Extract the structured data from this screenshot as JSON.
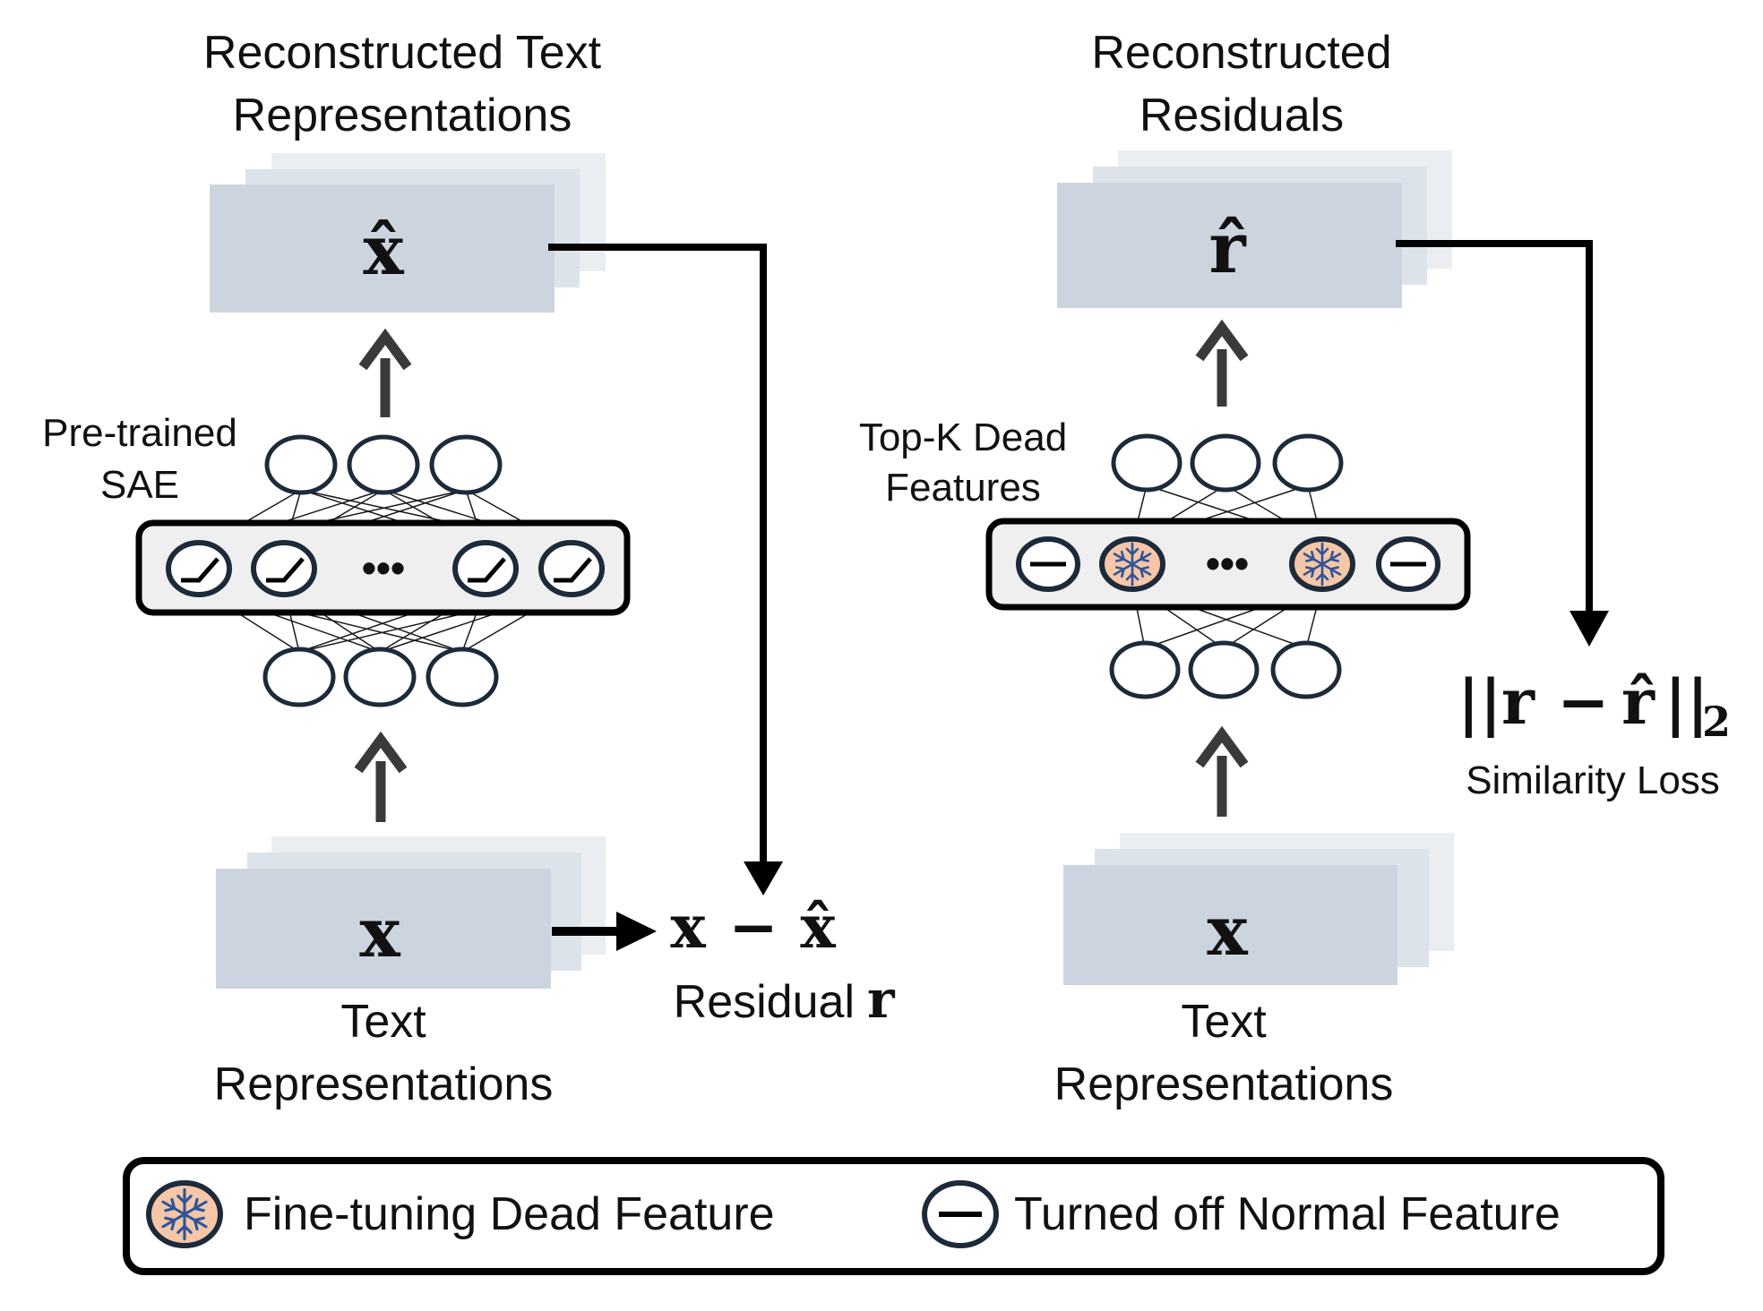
{
  "left": {
    "title_line1": "Reconstructed Text",
    "title_line2": "Representations",
    "top_symbol": "x̂",
    "module_label_line1": "Pre-trained",
    "module_label_line2": "SAE",
    "ellipsis": "•••",
    "bottom_symbol": "x",
    "bottom_label_line1": "Text",
    "bottom_label_line2": "Representations",
    "residual_formula_x": "x",
    "residual_formula_minus": "−",
    "residual_formula_xhat": "x̂",
    "residual_label": "Residual",
    "residual_symbol": "r"
  },
  "right": {
    "title_line1": "Reconstructed",
    "title_line2": "Residuals",
    "top_symbol": "r̂",
    "module_label_line1": "Top-K Dead",
    "module_label_line2": "Features",
    "ellipsis": "•••",
    "bottom_symbol": "x",
    "bottom_label_line1": "Text",
    "bottom_label_line2": "Representations",
    "loss_formula_open": "||",
    "loss_formula_r": "r",
    "loss_formula_minus": "−",
    "loss_formula_rhat": "r̂",
    "loss_formula_close": "||",
    "loss_formula_sub": "2",
    "loss_label": "Similarity Loss"
  },
  "legend": {
    "dead_feature_label": "Fine-tuning Dead Feature",
    "off_feature_label": "Turned off Normal Feature"
  },
  "colors": {
    "stack_front": "#ccd5df",
    "stack_mid": "#dde3ea",
    "stack_back": "#eaeef2",
    "node_fill": "#ffffff",
    "node_stroke": "#1c2a3a",
    "frozen_fill": "#f5c6a8",
    "snowflake": "#2f5597",
    "module_fill": "#efefef",
    "arrow_gray": "#3a3a3a",
    "line_black": "#000000"
  }
}
